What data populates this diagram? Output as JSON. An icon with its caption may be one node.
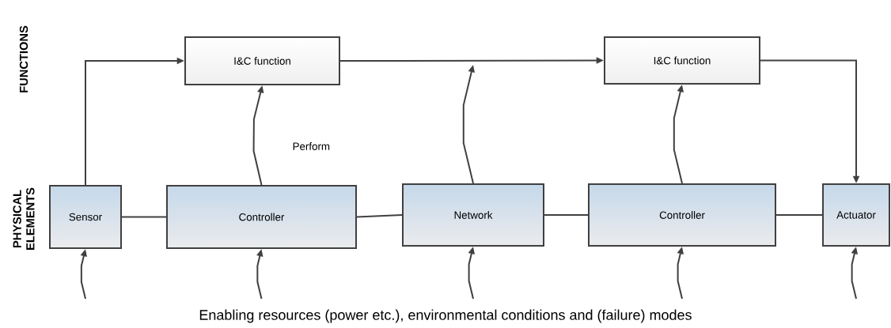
{
  "diagram": {
    "nodes": [
      {
        "text": [
          "I&C function"
        ]
      },
      {
        "text": [
          "I&C function"
        ]
      },
      {
        "text": [
          "Sensor"
        ]
      },
      {
        "text": [
          "Controller"
        ]
      },
      {
        "text": [
          "Network"
        ]
      },
      {
        "text": [
          "Controller"
        ]
      },
      {
        "text": [
          "Actuator"
        ]
      }
    ],
    "edges": [
      {
        "from": 2,
        "to": 0,
        "arrow": "to"
      },
      {
        "from": 0,
        "to": 1,
        "arrow": "to"
      },
      {
        "from": 1,
        "to": 6,
        "arrow": "to"
      },
      {
        "from": 3,
        "to": 0,
        "arrow": "to",
        "label": "Perform"
      },
      {
        "from": 4,
        "to": null,
        "arrow": "to"
      },
      {
        "from": 5,
        "to": 1,
        "arrow": "to"
      },
      {
        "from": null,
        "to": 2,
        "arrow": "to"
      },
      {
        "from": null,
        "to": 3,
        "arrow": "to"
      },
      {
        "from": null,
        "to": 4,
        "arrow": "to"
      },
      {
        "from": null,
        "to": 5,
        "arrow": "to"
      },
      {
        "from": null,
        "to": 6,
        "arrow": "to"
      },
      {
        "from": 2,
        "to": 3,
        "arrow": "none"
      },
      {
        "from": 3,
        "to": 4,
        "arrow": "none"
      },
      {
        "from": 4,
        "to": 5,
        "arrow": "none"
      },
      {
        "from": 5,
        "to": 6,
        "arrow": "none"
      }
    ],
    "labels": [
      "FUNCTIONS",
      "PHYSICAL ELEMENTS",
      "Enabling resources (power etc.), environmental conditions and (failure) modes"
    ]
  }
}
